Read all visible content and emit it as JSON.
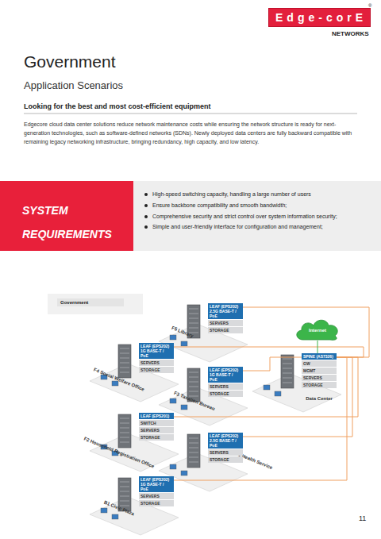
{
  "diagram": {
    "title": "Government",
    "nodes": [
      {
        "text": [
          "SYSTEM REQUIREMENTS"
        ]
      },
      {
        "text": [
          "High-speed switching capacity, handling a large number of users",
          "Ensure backbone compatibility and smooth bandwidth;",
          "Comprehensive security and strict control over system information security;",
          "Simple and user-friendly interface for configuration and management;"
        ]
      },
      {
        "text": [
          "Government"
        ]
      },
      {
        "text": [
          "LEAF (EPS202) 2.5G BASE-T / PoE"
        ]
      },
      {
        "text": [
          "SERVERS"
        ]
      },
      {
        "text": [
          "STORAGE"
        ]
      },
      {
        "text": [
          "LEAF (EPS202) 1G BASE-T / PoE"
        ]
      },
      {
        "text": [
          "SERVERS"
        ]
      },
      {
        "text": [
          "STORAGE"
        ]
      },
      {
        "text": [
          "Internet"
        ]
      },
      {
        "text": [
          "LEAF (EPS202) 1G BASE-T / PoE"
        ]
      },
      {
        "text": [
          "SERVERS"
        ]
      },
      {
        "text": [
          "STORAGE"
        ]
      },
      {
        "text": [
          "SPINE (AS7326)"
        ]
      },
      {
        "text": [
          "GW"
        ]
      },
      {
        "text": [
          "MGMT"
        ]
      },
      {
        "text": [
          "SERVERS"
        ]
      },
      {
        "text": [
          "STORAGE"
        ]
      },
      {
        "text": [
          "LEAF (EPS201)"
        ]
      },
      {
        "text": [
          "SWITCH"
        ]
      },
      {
        "text": [
          "SERVERS"
        ]
      },
      {
        "text": [
          "STORAGE"
        ]
      },
      {
        "text": [
          "LEAF (EPS202) 2.5G BASE-T / PoE"
        ]
      },
      {
        "text": [
          "SERVERS"
        ]
      },
      {
        "text": [
          "STORAGE"
        ]
      },
      {
        "text": [
          "LEAF (EPS202) 1G BASE-T / PoE"
        ]
      },
      {
        "text": [
          "SERVERS"
        ]
      },
      {
        "text": [
          "STORAGE"
        ]
      }
    ],
    "edges": [
      {
        "from": 3,
        "to": 13,
        "arrow": "none"
      },
      {
        "from": 6,
        "to": 13,
        "arrow": "none"
      },
      {
        "from": 10,
        "to": 13,
        "arrow": "none"
      },
      {
        "from": 18,
        "to": 13,
        "arrow": "none"
      },
      {
        "from": 22,
        "to": 13,
        "arrow": "none"
      },
      {
        "from": 25,
        "to": 13,
        "arrow": "none"
      },
      {
        "from": 9,
        "to": 13,
        "arrow": "none"
      }
    ],
    "labels": [
      "Edge-corE",
      "®",
      "NETWORKS",
      "Application Scenarios",
      "Looking for the best and most cost-efficient equipment",
      "Edgecore cloud data center solutions reduce network maintenance costs while ensuring the network structure is ready for next-generation technologies, such as software-defined networks (SDNs). Newly deployed data centers are fully backward compatible with remaining legacy networking infrastructure, bringing redundancy, high capacity, and low latency.",
      "F5 Library",
      "F4 Social Welfare Office",
      "F3 Taxation Bureau",
      "Data Center",
      "F2 Household Registration Office",
      "F1 Health Service",
      "B1 Civic Plaza",
      "11"
    ]
  }
}
